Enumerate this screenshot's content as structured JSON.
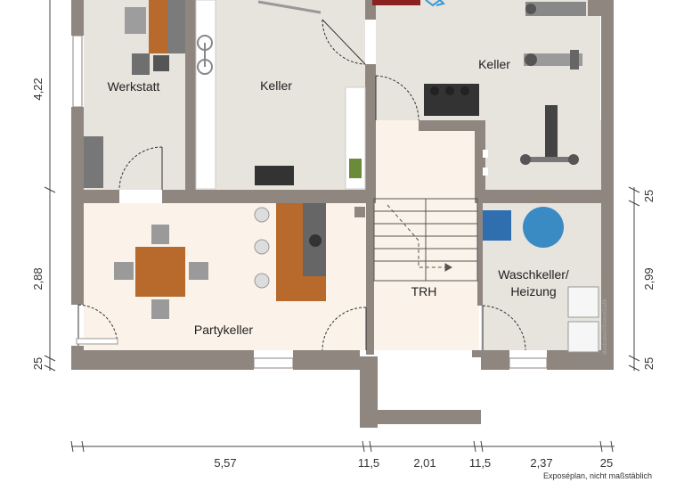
{
  "rooms": {
    "werkstatt": "Werkstatt",
    "keller_left": "Keller",
    "keller_right": "Keller",
    "partykeller": "Partykeller",
    "trh": "TRH",
    "waschkeller_line1": "Waschkeller/",
    "waschkeller_line2": "Heizung"
  },
  "dimensions": {
    "left": [
      "4,22",
      "2,88",
      "25"
    ],
    "right": [
      "25",
      "2,99",
      "25"
    ],
    "bottom": [
      "5,57",
      "11,5",
      "2,01",
      "11,5",
      "2,37",
      "25"
    ]
  },
  "caption": "Exposéplan, nicht maßstäblich",
  "credit": "Illustration©ImmoGrafik",
  "colors": {
    "wall": "#8f8680",
    "floor_gray": "#e7e3dd",
    "floor_cream": "#fbf3ea",
    "wood": "#b86a2c",
    "blue": "#2f6fb0"
  }
}
